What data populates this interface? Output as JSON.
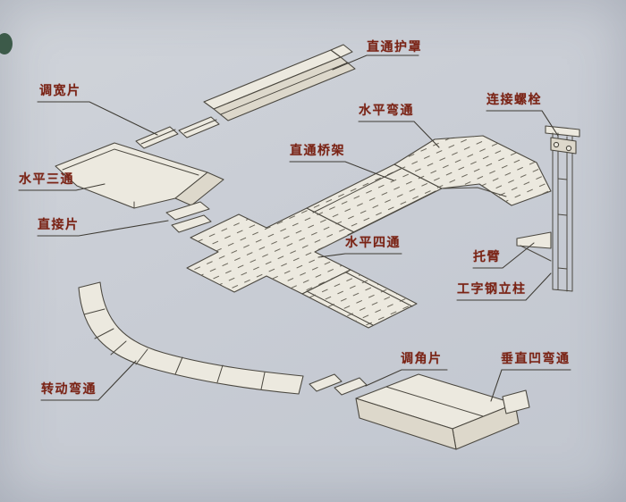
{
  "diagram": {
    "type": "isometric-parts-diagram",
    "subject": "cable-tray-assembly",
    "labels": [
      {
        "name": "straight-through-cover",
        "text": "直通护罩"
      },
      {
        "name": "width-adjust-piece",
        "text": "调宽片"
      },
      {
        "name": "horizontal-bend",
        "text": "水平弯通"
      },
      {
        "name": "connecting-bolt",
        "text": "连接螺栓"
      },
      {
        "name": "straight-through-tray",
        "text": "直通桥架"
      },
      {
        "name": "horizontal-tee",
        "text": "水平三通"
      },
      {
        "name": "direct-connect-piece",
        "text": "直接片"
      },
      {
        "name": "horizontal-cross",
        "text": "水平四通"
      },
      {
        "name": "support-arm",
        "text": "托臂"
      },
      {
        "name": "i-beam-column",
        "text": "工字钢立柱"
      },
      {
        "name": "angle-adjust-piece",
        "text": "调角片"
      },
      {
        "name": "vertical-concave-bend",
        "text": "垂直凹弯通"
      },
      {
        "name": "rotating-bend",
        "text": "转动弯通"
      }
    ],
    "colors": {
      "paper": "#c9cdd5",
      "part_fill": "#ece9df",
      "line": "#4b4840",
      "leader": "#3f3c35",
      "label_text": "#7a2315"
    }
  }
}
